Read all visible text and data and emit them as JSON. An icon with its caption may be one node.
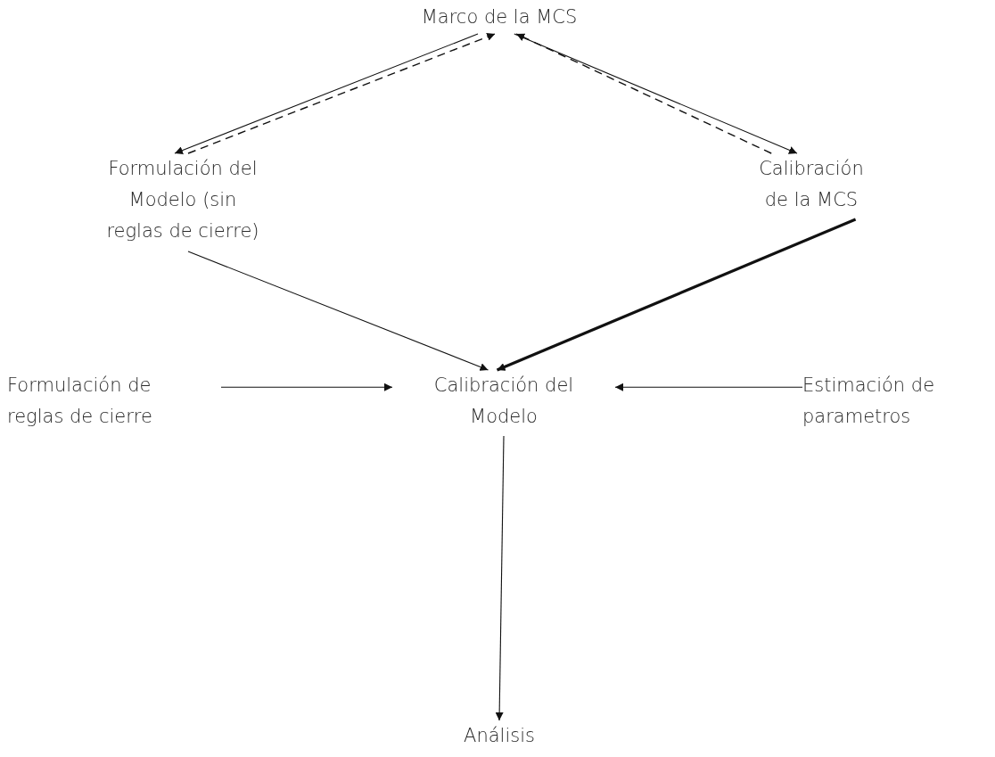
{
  "diagram": {
    "nodes": [
      {
        "text": [
          "Marco de la MCS"
        ]
      },
      {
        "text": [
          "Formulación del Modelo (sin reglas de cierre)"
        ]
      },
      {
        "text": [
          "Calibración de la MCS"
        ]
      },
      {
        "text": [
          "Formulación de reglas de cierre"
        ]
      },
      {
        "text": [
          "Calibración del Modelo"
        ]
      },
      {
        "text": [
          "Estimación de parametros"
        ]
      },
      {
        "text": [
          "Análisis"
        ]
      }
    ],
    "edges": [
      {
        "from": 0,
        "to": 1,
        "arrow": "to"
      },
      {
        "from": 1,
        "to": 0,
        "arrow": "to",
        "style": "dashed"
      },
      {
        "from": 0,
        "to": 2,
        "arrow": "to"
      },
      {
        "from": 2,
        "to": 0,
        "arrow": "to",
        "style": "dashed"
      },
      {
        "from": 1,
        "to": 4,
        "arrow": "to"
      },
      {
        "from": 2,
        "to": 4,
        "arrow": "to",
        "style": "thick"
      },
      {
        "from": 3,
        "to": 4,
        "arrow": "to"
      },
      {
        "from": 5,
        "to": 4,
        "arrow": "to"
      },
      {
        "from": 4,
        "to": 6,
        "arrow": "to"
      }
    ]
  }
}
